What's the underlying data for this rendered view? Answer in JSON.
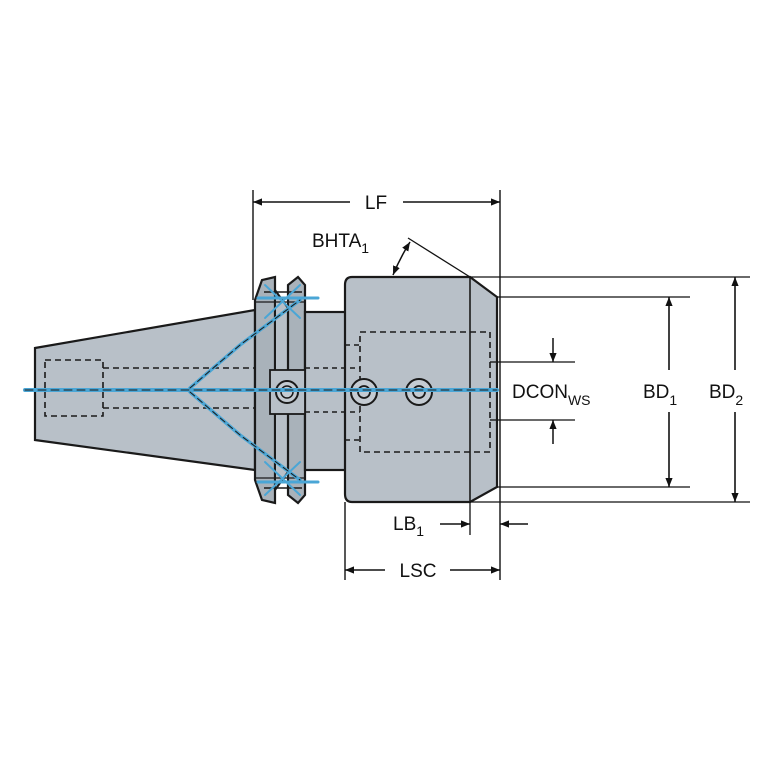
{
  "colors": {
    "body": "#b8c0c8",
    "body_shade": "#a9b2ba",
    "outline": "#1a1a1a",
    "coolant": "#4aa6d6",
    "background": "#ffffff"
  },
  "labels": {
    "lf": "LF",
    "bhta": {
      "base": "BHTA",
      "sub": "1"
    },
    "dcon": {
      "base": "DCON",
      "sub": "WS"
    },
    "bd1": {
      "base": "BD",
      "sub": "1"
    },
    "bd2": {
      "base": "BD",
      "sub": "2"
    },
    "lb": {
      "base": "LB",
      "sub": "1"
    },
    "lsc": "LSC"
  }
}
